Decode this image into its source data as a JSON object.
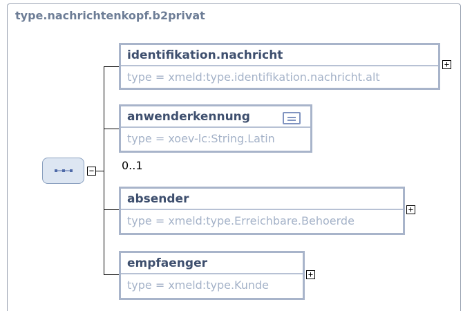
{
  "title": "type.nachrichtenkopf.b2privat",
  "occurrence": "0..1",
  "elements": [
    {
      "name": "identifikation.nachricht",
      "type": "type = xmeld:type.identifikation.nachricht.alt",
      "expandable": true
    },
    {
      "name": "anwenderkennung",
      "type": "type = xoev-lc:String.Latin",
      "documented": true
    },
    {
      "name": "absender",
      "type": "type = xmeld:type.Erreichbare.Behoerde",
      "expandable": true
    },
    {
      "name": "empfaenger",
      "type": "type = xmeld:type.Kunde",
      "expandable": true
    }
  ],
  "toggles": {
    "collapse": "−",
    "expand": "+"
  },
  "colors": {
    "header_text": "#3e4f6e",
    "type_text": "#a4b2c8",
    "box_border": "#a8b4ca"
  }
}
